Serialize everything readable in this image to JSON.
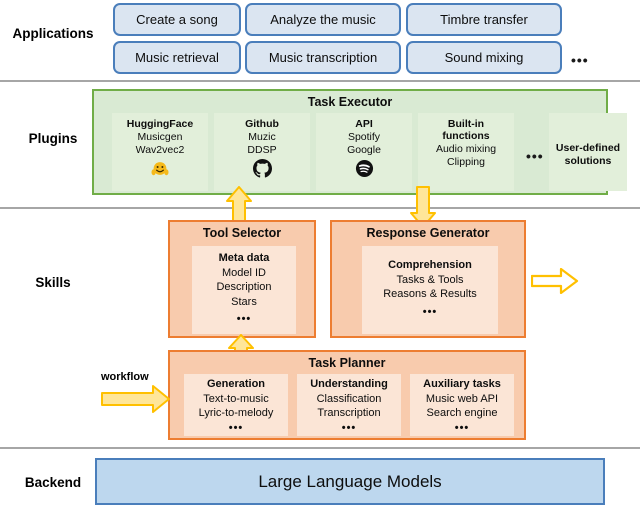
{
  "rows": {
    "applications": "Applications",
    "plugins": "Plugins",
    "skills": "Skills",
    "backend": "Backend"
  },
  "applications": {
    "boxes": [
      {
        "label": "Create a song"
      },
      {
        "label": "Analyze the music"
      },
      {
        "label": "Timbre transfer"
      },
      {
        "label": "Music retrieval"
      },
      {
        "label": "Music transcription"
      },
      {
        "label": "Sound mixing"
      }
    ],
    "ellipsis": "•••"
  },
  "plugins": {
    "title": "Task Executor",
    "ellipsis": "•••",
    "cards": [
      {
        "title": "HuggingFace",
        "items": [
          "Musicgen",
          "Wav2vec2"
        ],
        "icon": "huggingface-icon",
        "glyph": "🤗"
      },
      {
        "title": "Github",
        "items": [
          "Muzic",
          "DDSP"
        ],
        "icon": "github-icon",
        "glyph": ""
      },
      {
        "title": "API",
        "items": [
          "Spotify",
          "Google"
        ],
        "icon": "spotify-icon",
        "glyph": ""
      },
      {
        "title": "Built-in functions",
        "items": [
          "Audio mixing",
          "Clipping"
        ],
        "icon": "",
        "glyph": ""
      },
      {
        "title": "User-defined solutions",
        "items": [],
        "icon": "",
        "glyph": ""
      }
    ]
  },
  "skills": {
    "tool_selector": {
      "title": "Tool Selector",
      "card": {
        "title": "Meta data",
        "items": [
          "Model ID",
          "Description",
          "Stars"
        ],
        "dots": "•••"
      }
    },
    "response_generator": {
      "title": "Response Generator",
      "card": {
        "title": "Comprehension",
        "items": [
          "Tasks & Tools",
          "Reasons & Results"
        ],
        "dots": "•••"
      }
    },
    "task_planner": {
      "title": "Task Planner",
      "cards": [
        {
          "title": "Generation",
          "items": [
            "Text-to-music",
            "Lyric-to-melody"
          ],
          "dots": "•••"
        },
        {
          "title": "Understanding",
          "items": [
            "Classification",
            "Transcription"
          ],
          "dots": "•••"
        },
        {
          "title": "Auxiliary tasks",
          "items": [
            "Music web API",
            "Search engine"
          ],
          "dots": "•••"
        }
      ]
    },
    "workflow_label": "workflow"
  },
  "backend": {
    "label": "Large Language Models"
  },
  "colors": {
    "app_fill": "#dbe5f1",
    "app_border": "#4a7ebb",
    "plugin_fill": "#d9ead3",
    "plugin_border": "#70ad47",
    "plugin_card_fill": "#e2efda",
    "skill_fill": "#f8cbad",
    "skill_border": "#ed7d31",
    "skill_card_fill": "#fbe5d6",
    "backend_fill": "#bdd7ee",
    "arrow_fill": "#ffe699",
    "arrow_border": "#ffc000",
    "divider": "#a6a6a6"
  }
}
